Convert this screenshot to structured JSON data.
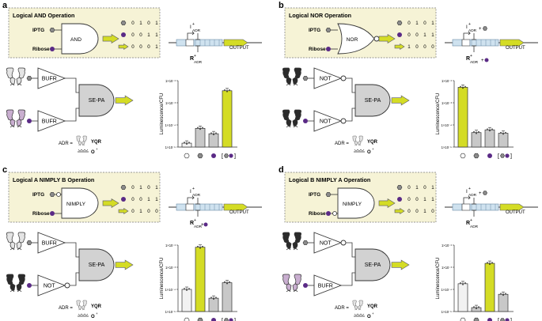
{
  "colors": {
    "panel_bg": "#f6f3d6",
    "gate": "#ffffff",
    "sepa": "#d2d2d2",
    "arrow": "#d4dc25",
    "grey_hex": "#8c8c8c",
    "purple": "#5a2a86",
    "blue": "#1f86c9",
    "bar_white": "#f2f2f2",
    "bar_grey": "#c8c8c8",
    "bar_lime": "#d4dc25",
    "lilac": "#c9aed0",
    "dark": "#2b2b2b"
  },
  "common": {
    "iptg": "IPTG",
    "ribose": "Ribose",
    "sepa": "SE-PA",
    "output": "OUTPUT",
    "i_sup": "+",
    "r_sup": "+",
    "adr": "ADR",
    "adr_eq": "ADR =",
    "yqr": "YQR",
    "o_plus": "O",
    "ylabel": "Luminescence/CFU",
    "plus": "+",
    "ticks": [
      "1×10⁻²",
      "1×10⁻³",
      "1×10⁻⁴",
      "1×10⁻⁵"
    ],
    "bracket_open": "[",
    "bracket_close": "]"
  },
  "panels": [
    {
      "letter": "a",
      "title": "Logical AND Operation",
      "gate": "AND",
      "b1": "BUFR",
      "b2": "BUFR",
      "truth": [
        [
          "0",
          "1",
          "0",
          "1"
        ],
        [
          "0",
          "0",
          "1",
          "1"
        ],
        [
          "0",
          "0",
          "0",
          "1"
        ]
      ],
      "chart_data": {
        "type": "bar",
        "categories": [
          "none",
          "IPTG",
          "Ribose",
          "IPTG+Ribose"
        ],
        "values": [
          1.5e-05,
          7e-05,
          4e-05,
          0.0035
        ],
        "ylim": [
          1e-05,
          0.01
        ],
        "yscale": "log",
        "ylabel": "Luminescence/CFU"
      }
    },
    {
      "letter": "b",
      "title": "Logical NOR Operation",
      "gate": "NOR",
      "b1": "NOT",
      "b2": "NOT",
      "truth": [
        [
          "0",
          "1",
          "0",
          "1"
        ],
        [
          "0",
          "0",
          "1",
          "1"
        ],
        [
          "1",
          "0",
          "0",
          "0"
        ]
      ],
      "chart_data": {
        "type": "bar",
        "categories": [
          "none",
          "IPTG",
          "Ribose",
          "IPTG+Ribose"
        ],
        "values": [
          0.005,
          4.5e-05,
          6e-05,
          4.2e-05
        ],
        "ylim": [
          1e-05,
          0.01
        ],
        "yscale": "log",
        "ylabel": "Luminescence/CFU"
      }
    },
    {
      "letter": "c",
      "title": "Logical A NIMPLY B Operation",
      "gate": "NIMPLY",
      "b1": "BUFR",
      "b2": "NOT",
      "truth": [
        [
          "0",
          "1",
          "0",
          "1"
        ],
        [
          "0",
          "0",
          "1",
          "1"
        ],
        [
          "0",
          "1",
          "0",
          "0"
        ]
      ],
      "chart_data": {
        "type": "bar",
        "categories": [
          "none",
          "IPTG",
          "Ribose",
          "IPTG+Ribose"
        ],
        "values": [
          0.0001,
          0.008,
          4e-05,
          0.0002
        ],
        "ylim": [
          1e-05,
          0.01
        ],
        "yscale": "log",
        "ylabel": "Luminescence/CFU"
      }
    },
    {
      "letter": "d",
      "title": "Logical B NIMPLY A Operation",
      "gate": "NIMPLY",
      "b1": "NOT",
      "b2": "BUFR",
      "truth": [
        [
          "0",
          "1",
          "0",
          "1"
        ],
        [
          "0",
          "0",
          "1",
          "1"
        ],
        [
          "0",
          "0",
          "1",
          "0"
        ]
      ],
      "chart_data": {
        "type": "bar",
        "categories": [
          "none",
          "IPTG",
          "Ribose",
          "IPTG+Ribose"
        ],
        "values": [
          0.00018,
          1.5e-05,
          0.0015,
          6e-05
        ],
        "ylim": [
          1e-05,
          0.01
        ],
        "yscale": "log",
        "ylabel": "Luminescence/CFU"
      }
    }
  ]
}
